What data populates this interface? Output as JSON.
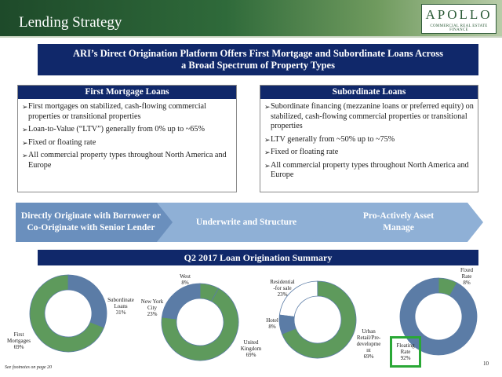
{
  "header": {
    "title": "Lending Strategy",
    "logo": {
      "main": "APOLLO",
      "sub": "COMMERCIAL REAL ESTATE FINANCE"
    }
  },
  "banner": {
    "line1": "ARI’s Direct Origination Platform Offers First Mortgage and Subordinate Loans Across",
    "line2": "a Broad Spectrum of Property Types"
  },
  "first_mortgage": {
    "title": "First Mortgage Loans",
    "bullets": [
      "First mortgages on stabilized, cash-flowing commercial properties or transitional properties",
      "Loan-to-Value (“LTV”) generally from 0% up to ~65%",
      "Fixed or floating rate",
      "All commercial property types throughout North America and Europe"
    ]
  },
  "subordinate": {
    "title": "Subordinate Loans",
    "bullets": [
      "Subordinate financing (mezzanine loans or preferred equity) on stabilized, cash-flowing commercial properties or transitional properties",
      "LTV generally from ~50% up to ~75%",
      "Fixed or floating rate",
      "All commercial property types throughout North America and Europe"
    ]
  },
  "process": {
    "step1": {
      "line1": "Directly Originate with Borrower or",
      "line2": "Co-Originate with Senior Lender"
    },
    "step2": "Underwrite and Structure",
    "step3": {
      "line1": "Pro-Actively Asset",
      "line2": "Manage"
    }
  },
  "summary_title": "Q2 2017  Loan Origination Summary",
  "footnote": "See footnotes on page 20",
  "page_number": "10",
  "colors": {
    "green": "#5e9a5c",
    "blue": "#5b7ca6",
    "navy": "#10286a",
    "white_slice": "#ffffff",
    "highlight": "#2aa836"
  },
  "chart_data": [
    {
      "type": "pie",
      "donut": true,
      "series": [
        {
          "name": "First Mortgages",
          "value": 69,
          "label": [
            "First",
            "Mortgages",
            "69%"
          ],
          "color": "green"
        },
        {
          "name": "Subordinate Loans",
          "value": 31,
          "label": [
            "Subordinate",
            "Loans",
            "31%"
          ],
          "color": "blue"
        }
      ]
    },
    {
      "type": "pie",
      "donut": true,
      "series": [
        {
          "name": "United Kingdom",
          "value": 69,
          "label": [
            "United",
            "Kingdom",
            "69%"
          ],
          "color": "green"
        },
        {
          "name": "New York City",
          "value": 23,
          "label": [
            "New York",
            "City",
            "23%"
          ],
          "color": "blue"
        },
        {
          "name": "West",
          "value": 8,
          "label": [
            "West",
            "8%"
          ],
          "color": "green"
        }
      ]
    },
    {
      "type": "pie",
      "donut": true,
      "series": [
        {
          "name": "Urban Retail/Pre-development",
          "value": 69,
          "label": [
            "Urban",
            "Retail/Pre-",
            "developme",
            "nt",
            "69%"
          ],
          "color": "green"
        },
        {
          "name": "Hotel",
          "value": 8,
          "label": [
            "Hotel",
            "8%"
          ],
          "color": "blue"
        },
        {
          "name": "Residential-for sale",
          "value": 23,
          "label": [
            "Residential",
            "-for sale",
            "23%"
          ],
          "color": "white_slice"
        }
      ]
    },
    {
      "type": "pie",
      "donut": true,
      "series": [
        {
          "name": "Floating Rate",
          "value": 92,
          "label": [
            "Floating",
            "Rate",
            "92%"
          ],
          "color": "blue"
        },
        {
          "name": "Fixed Rate",
          "value": 8,
          "label": [
            "Fixed",
            "Rate",
            "8%"
          ],
          "color": "green"
        }
      ]
    }
  ]
}
